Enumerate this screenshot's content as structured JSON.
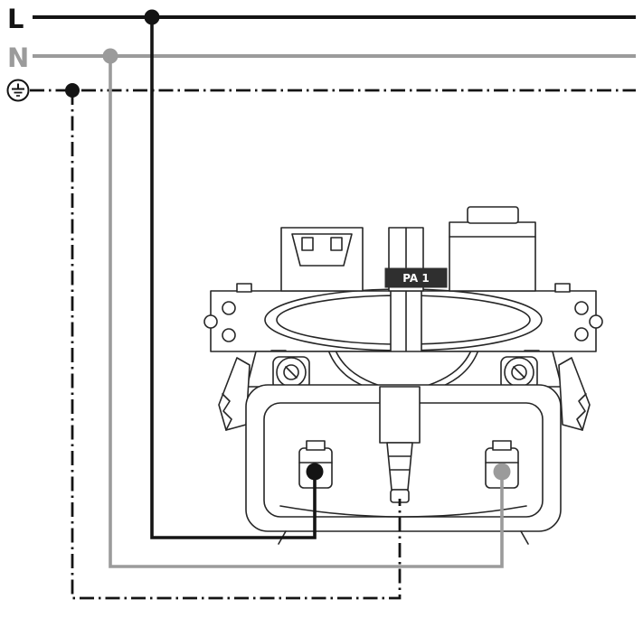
{
  "diagram": {
    "labels": {
      "line": "L",
      "neutral": "N"
    },
    "icons": {
      "earth": "protective-earth-ground-symbol"
    },
    "device": {
      "label": "PA 1"
    },
    "colors": {
      "line": "#141414",
      "neutral": "#9b9b9b",
      "earth": "#141414",
      "device_stroke": "#262626",
      "background": "#ffffff"
    }
  }
}
